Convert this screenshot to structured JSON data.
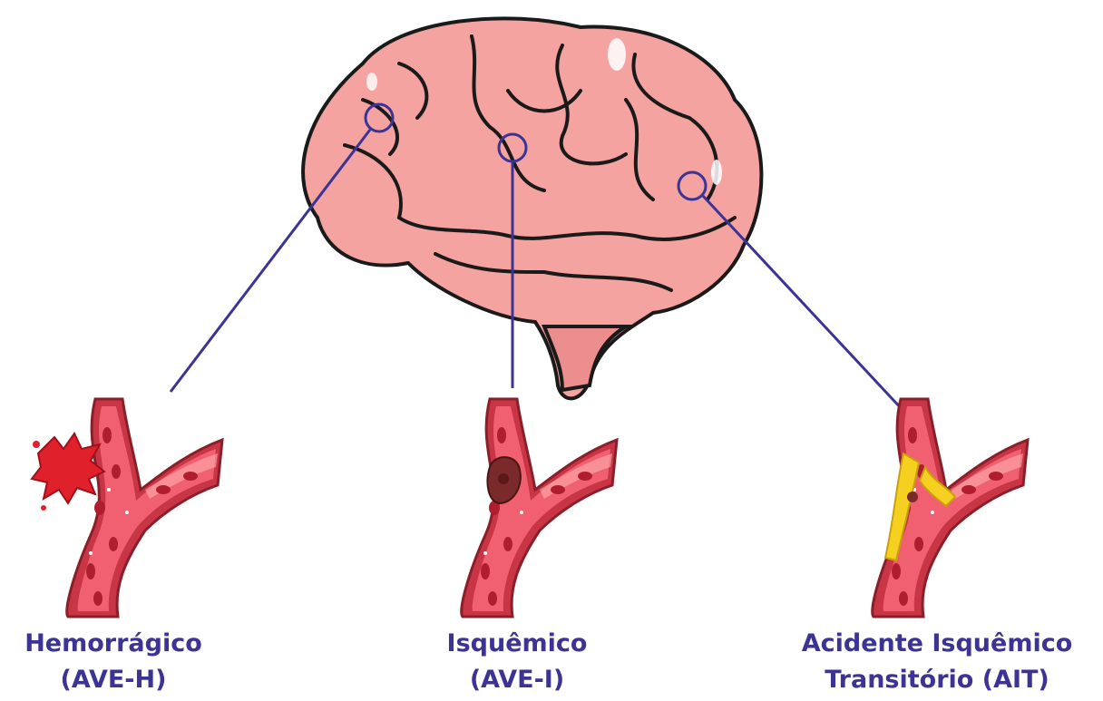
{
  "colors": {
    "label_text": "#3b3494",
    "connector": "#3b3494",
    "brain_fill": "#f4a3a0",
    "brain_outline": "#1a1a1a",
    "vessel_outer": "#c83545",
    "vessel_inner": "#f06070",
    "blood_cell": "#b01e2e",
    "clot": "#7a2a2a",
    "hemorrhage": "#e0202a",
    "plaque": "#f5d020"
  },
  "types": [
    {
      "line1": "Hemorrágico",
      "line2": "(AVE-H)",
      "illustration": "ruptured-vessel-icon"
    },
    {
      "line1": "Isquêmico",
      "line2": "(AVE-I)",
      "illustration": "clot-blocked-vessel-icon"
    },
    {
      "line1": "Acidente Isquêmico",
      "line2": "Transitório (AIT)",
      "illustration": "plaque-narrowed-vessel-icon"
    }
  ]
}
